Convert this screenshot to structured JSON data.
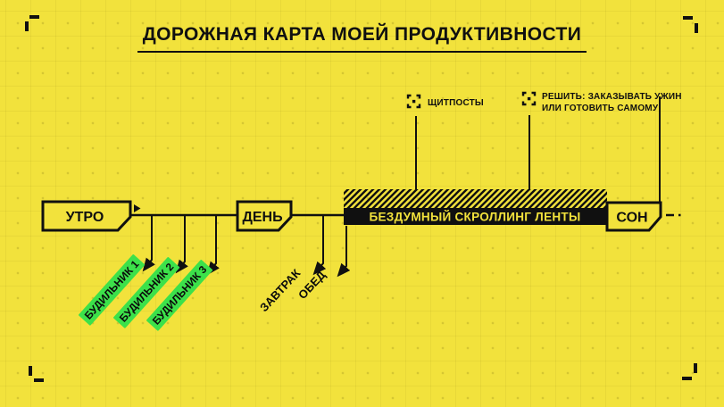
{
  "colors": {
    "background": "#F2E23C",
    "ink": "#101010",
    "alarm_highlight": "#3CE14A"
  },
  "title": {
    "text": "ДОРОЖНАЯ КАРТА МОЕЙ ПРОДУКТИВНОСТИ"
  },
  "timeline": {
    "morning_label": "УТРО",
    "day_label": "ДЕНЬ",
    "sleep_label": "СОН",
    "scroll_bar_label": "БЕЗДУМНЫЙ СКРОЛЛИНГ ЛЕНТЫ"
  },
  "callouts": {
    "shitposts": {
      "icon": "focus-brackets-icon",
      "label": "ЩИТПОСТЫ"
    },
    "dinner": {
      "icon": "focus-brackets-icon",
      "line1": "РЕШИТЬ: ЗАКАЗЫВАТЬ УЖИН",
      "line2": "ИЛИ ГОТОВИТЬ САМОМУ"
    }
  },
  "alarms": [
    "БУДИЛЬНИК 1",
    "БУДИЛЬНИК 2",
    "БУДИЛЬНИК 3"
  ],
  "meals": [
    "ЗАВТРАК",
    "ОБЕД"
  ]
}
